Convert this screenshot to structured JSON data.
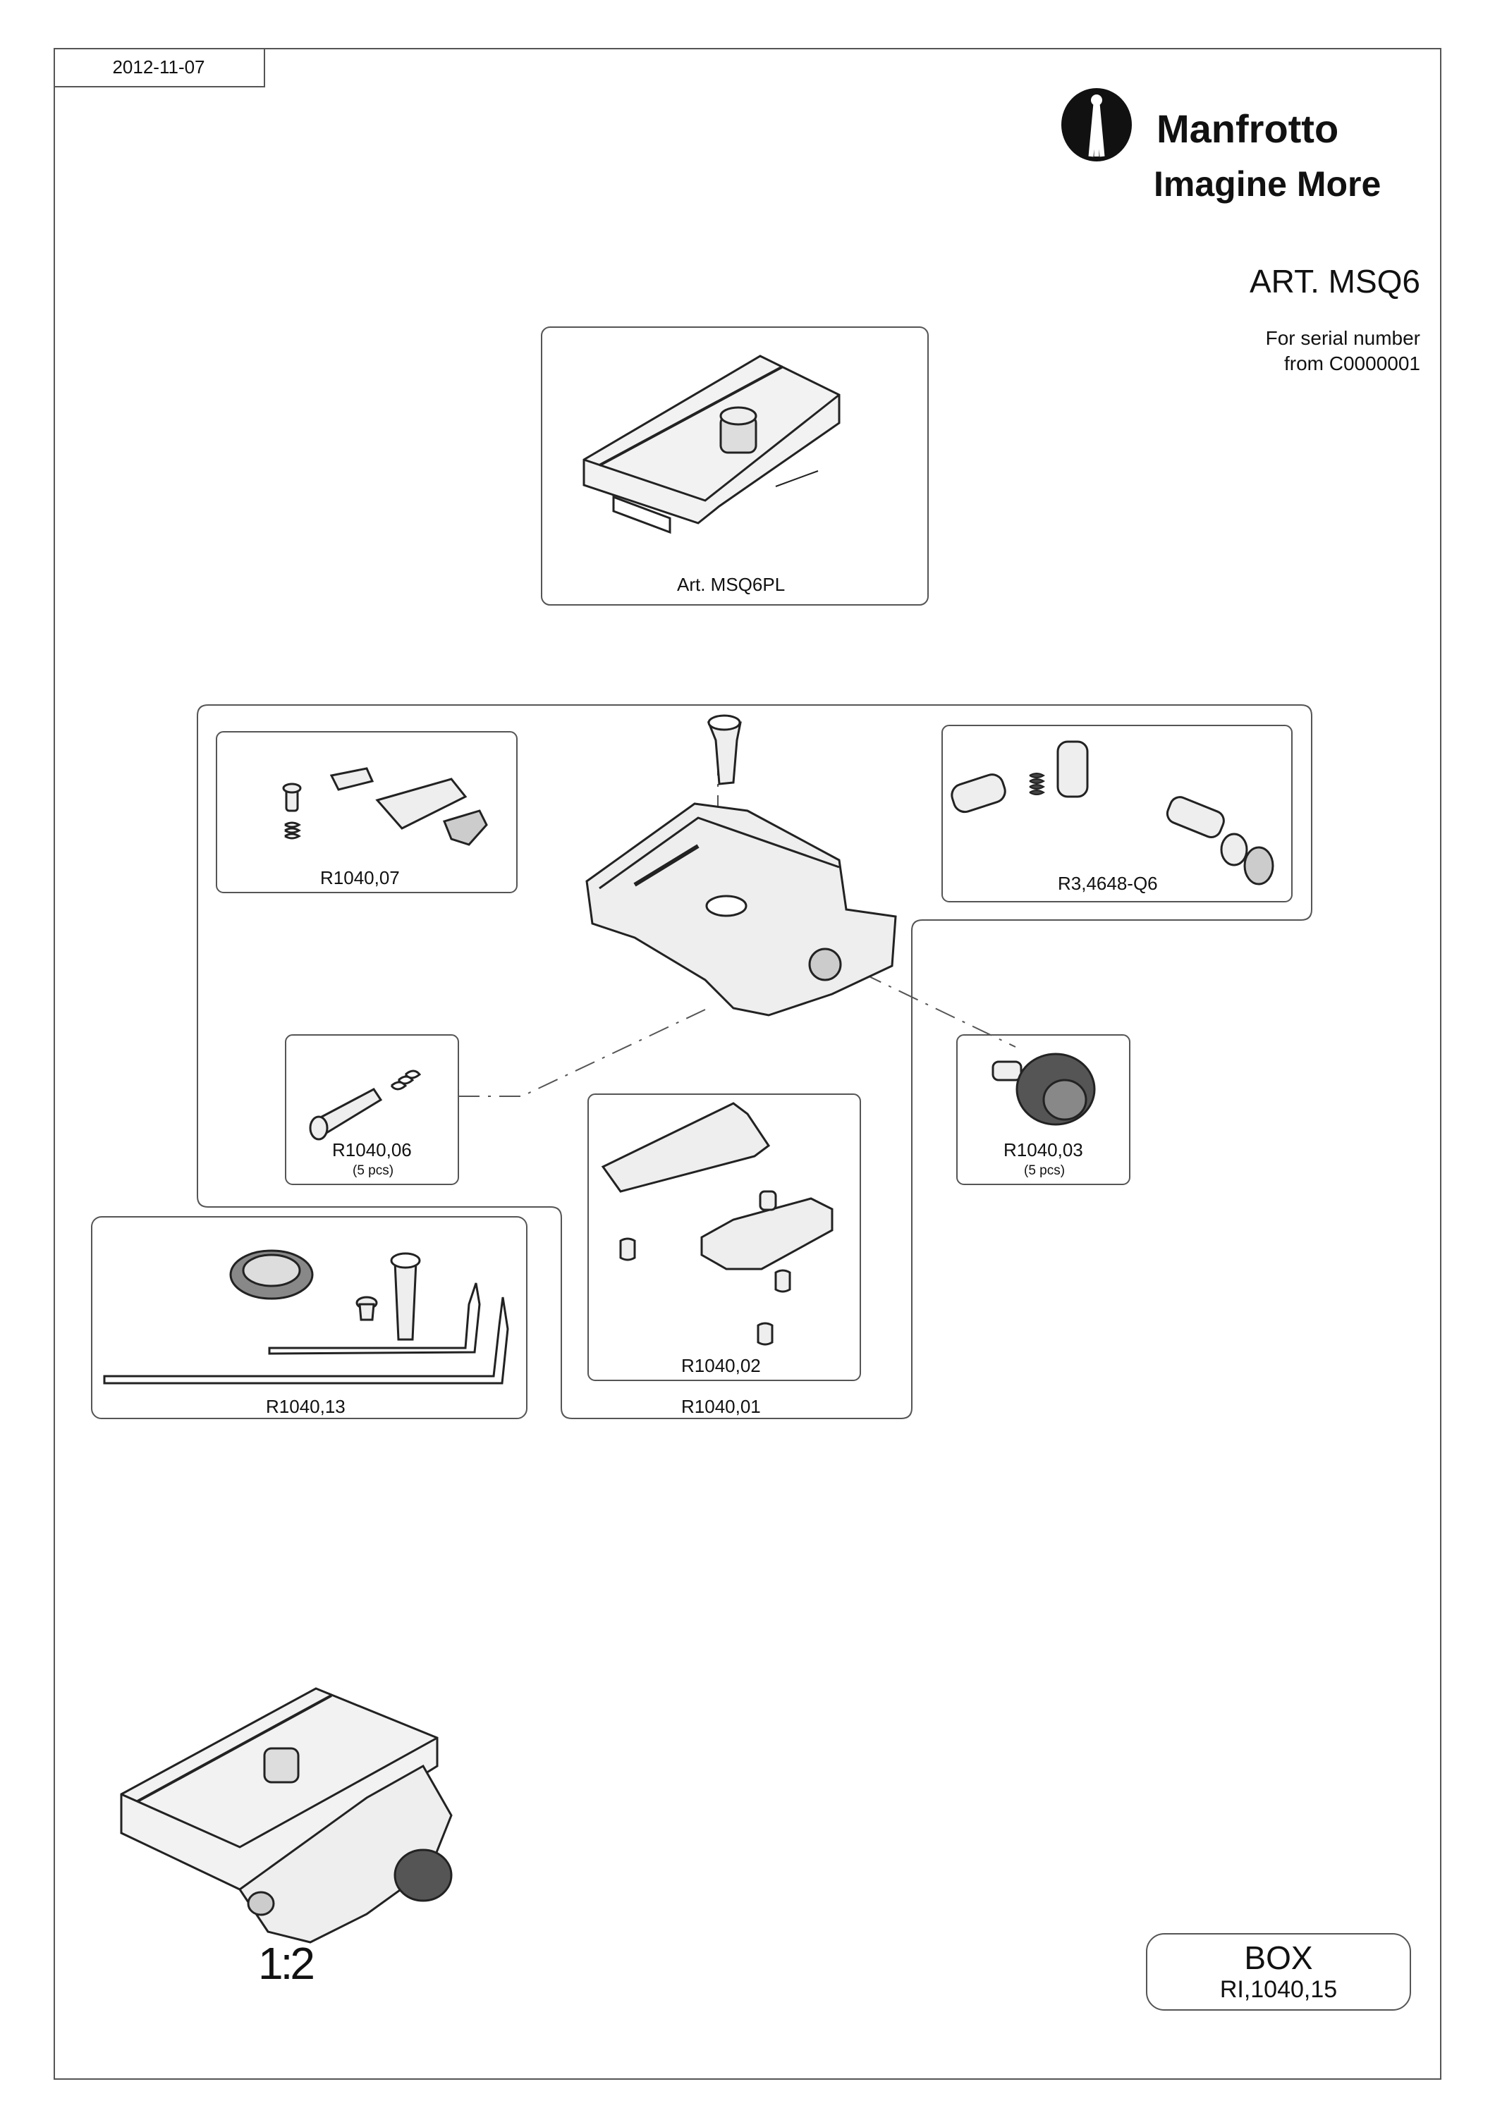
{
  "header": {
    "date": "2012-11-07",
    "brand": "Manfrotto",
    "slogan": "Imagine More",
    "logo_icon": "manfrotto-tripod-logo"
  },
  "product": {
    "article": "ART. MSQ6",
    "serial_line1": "For serial number",
    "serial_line2": "from C0000001"
  },
  "parts": {
    "plate": {
      "label": "Art. MSQ6PL"
    },
    "r1040_07": {
      "label": "R1040,07"
    },
    "r3_4648": {
      "label": "R3,4648-Q6"
    },
    "r1040_06": {
      "label": "R1040,06",
      "qty": "(5 pcs)"
    },
    "r1040_03": {
      "label": "R1040,03",
      "qty": "(5 pcs)"
    },
    "r1040_13": {
      "label": "R1040,13"
    },
    "r1040_02": {
      "label": "R1040,02"
    },
    "r1040_01": {
      "label": "R1040,01"
    }
  },
  "footer": {
    "scale": "1:2",
    "box_title": "BOX",
    "box_code": "RI,1040,15"
  },
  "colors": {
    "line": "#555555",
    "part_stroke": "#222222",
    "part_fill": "#e6e6e6",
    "dark_fill": "#333333"
  }
}
